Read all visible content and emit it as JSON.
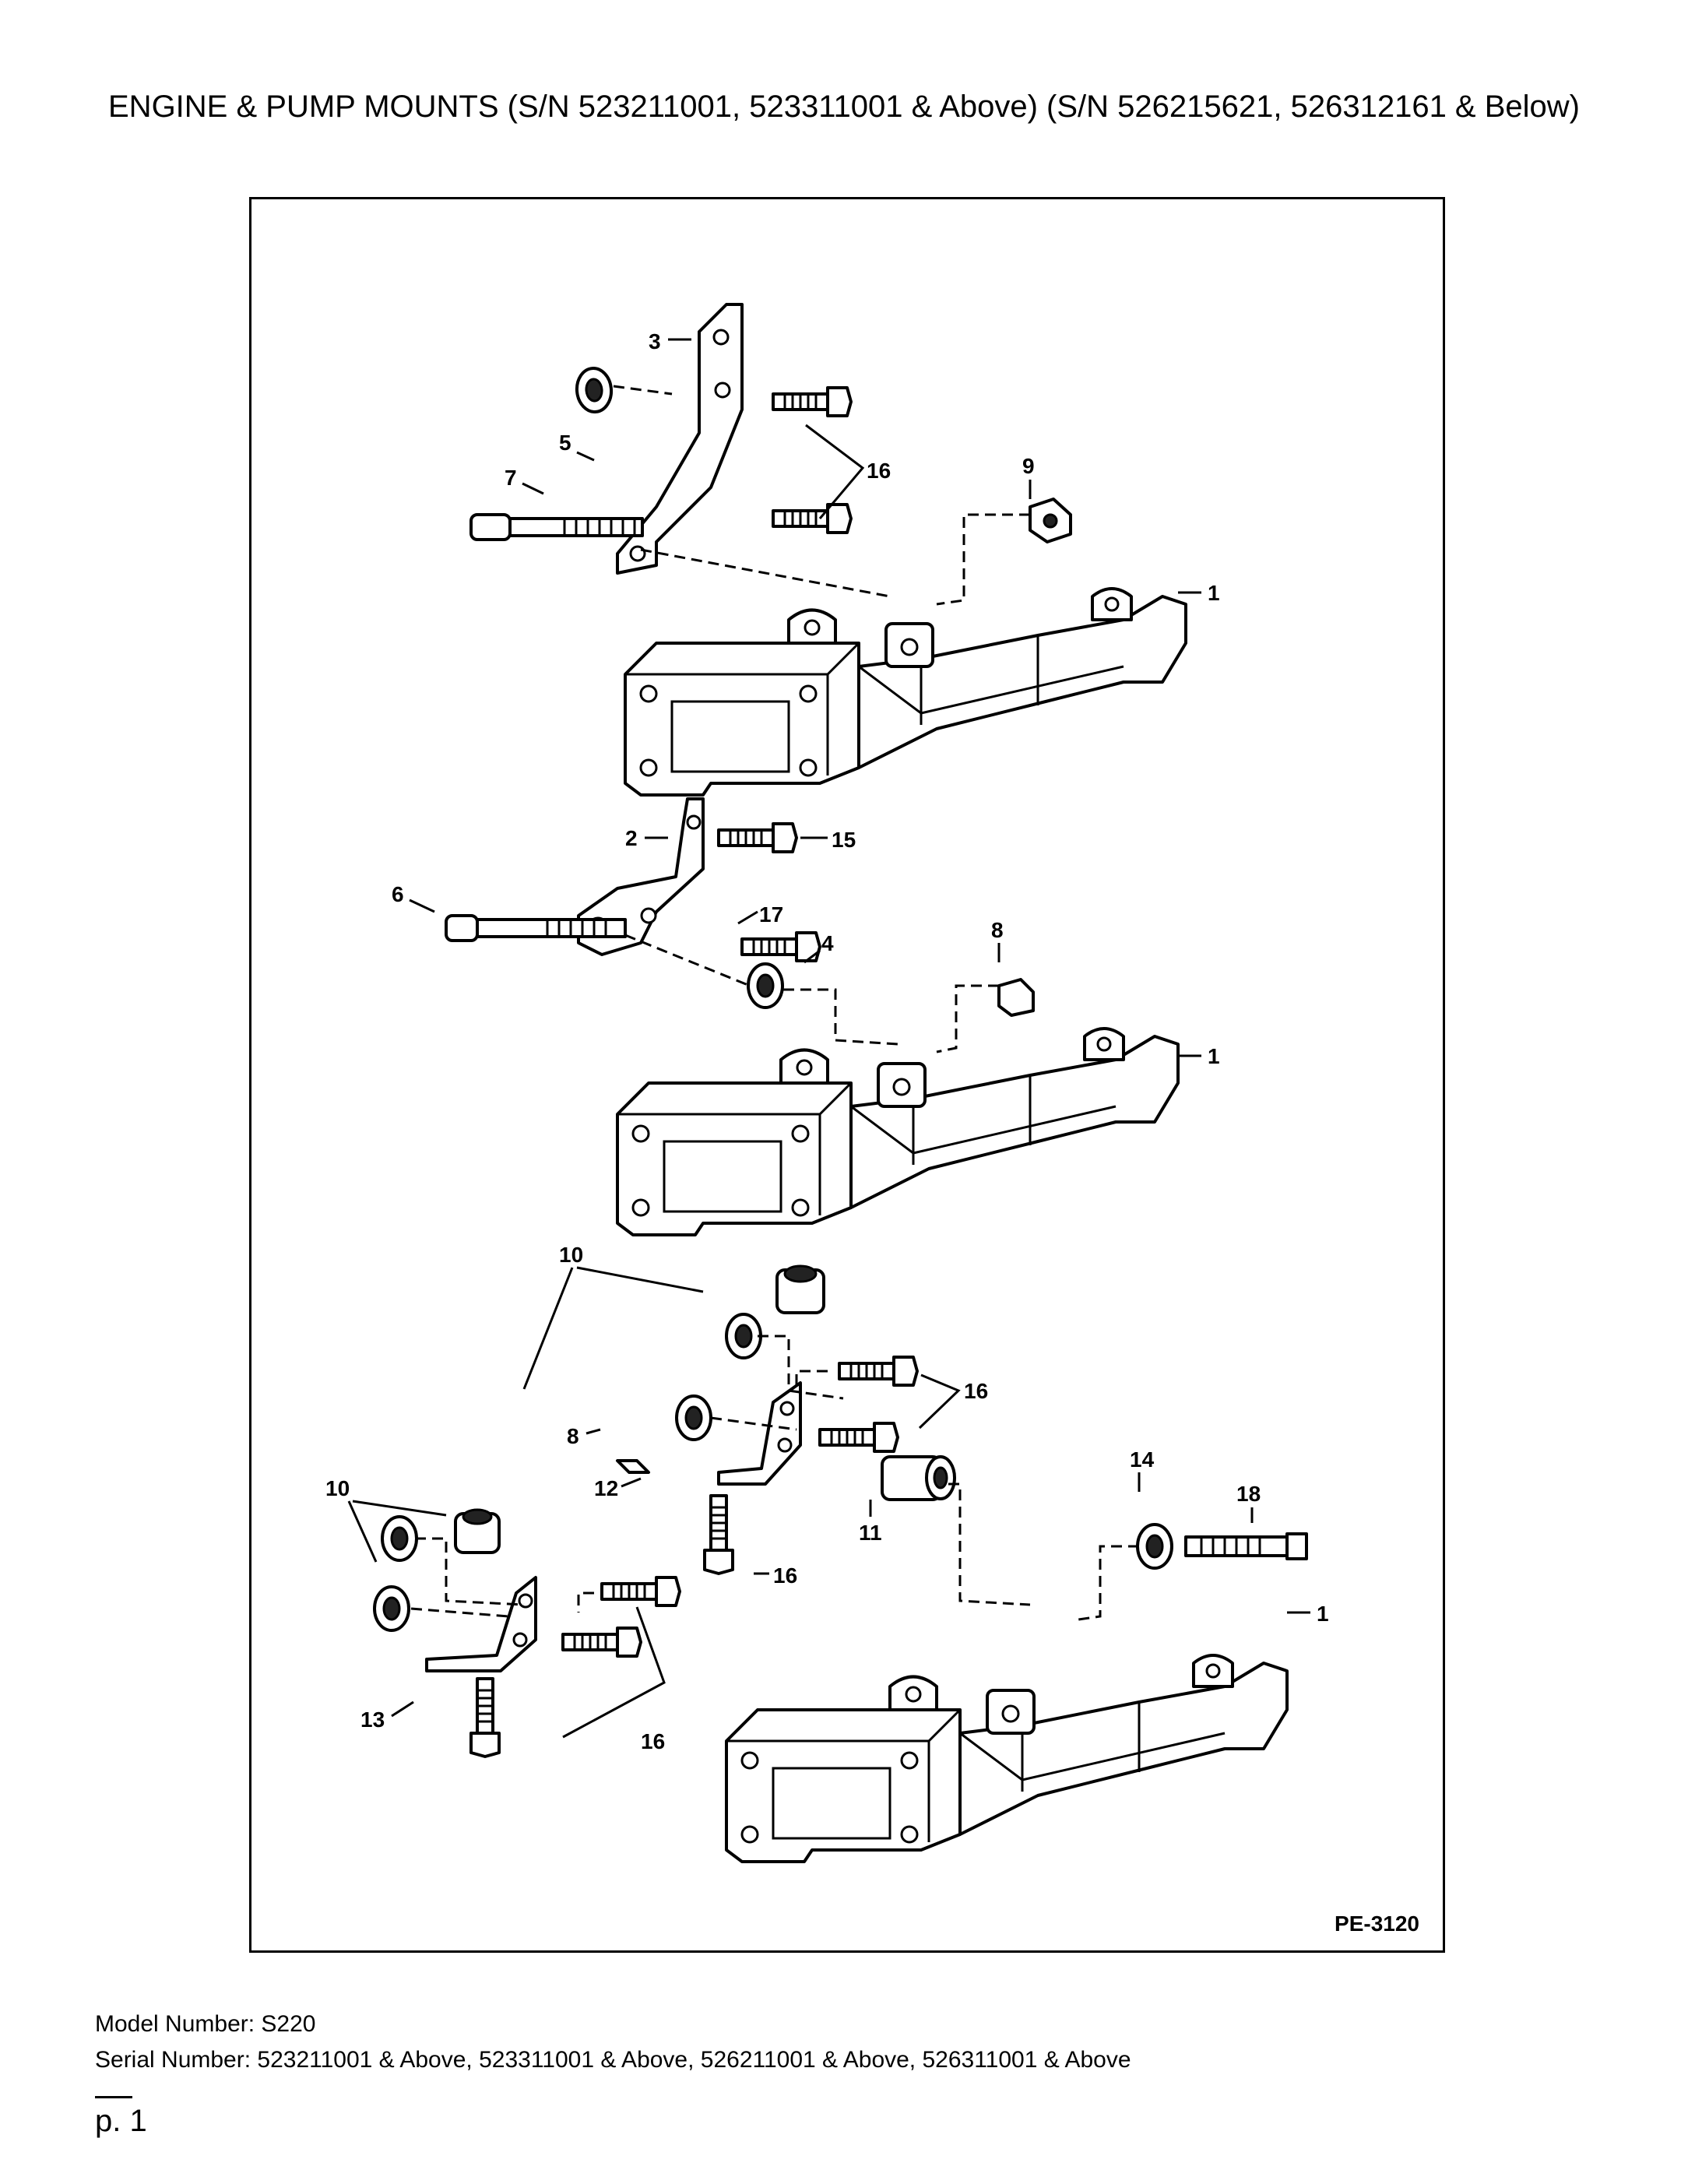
{
  "title": "ENGINE & PUMP MOUNTS (S/N 523211001, 523311001 & Above) (S/N 526215621, 526312161 & Below)",
  "diagram": {
    "reference": "PE-3120",
    "callouts": [
      {
        "id": "c3",
        "text": "3"
      },
      {
        "id": "c5",
        "text": "5"
      },
      {
        "id": "c7",
        "text": "7"
      },
      {
        "id": "c16a",
        "text": "16"
      },
      {
        "id": "c9",
        "text": "9"
      },
      {
        "id": "c1a",
        "text": "1"
      },
      {
        "id": "c2",
        "text": "2"
      },
      {
        "id": "c15",
        "text": "15"
      },
      {
        "id": "c6",
        "text": "6"
      },
      {
        "id": "c17",
        "text": "17"
      },
      {
        "id": "c4",
        "text": "4"
      },
      {
        "id": "c8a",
        "text": "8"
      },
      {
        "id": "c1b",
        "text": "1"
      },
      {
        "id": "c10a",
        "text": "10"
      },
      {
        "id": "c16b",
        "text": "16"
      },
      {
        "id": "c8b",
        "text": "8"
      },
      {
        "id": "c12",
        "text": "12"
      },
      {
        "id": "c16c",
        "text": "16"
      },
      {
        "id": "c11",
        "text": "11"
      },
      {
        "id": "c14",
        "text": "14"
      },
      {
        "id": "c18",
        "text": "18"
      },
      {
        "id": "c10b",
        "text": "10"
      },
      {
        "id": "c13",
        "text": "13"
      },
      {
        "id": "c16d",
        "text": "16"
      },
      {
        "id": "c1c",
        "text": "1"
      }
    ]
  },
  "footer": {
    "model_line": "Model Number: S220",
    "serial_line": "Serial Number: 523211001 & Above, 523311001 & Above, 526211001 & Above, 526311001 & Above"
  },
  "page_label": "p. 1"
}
